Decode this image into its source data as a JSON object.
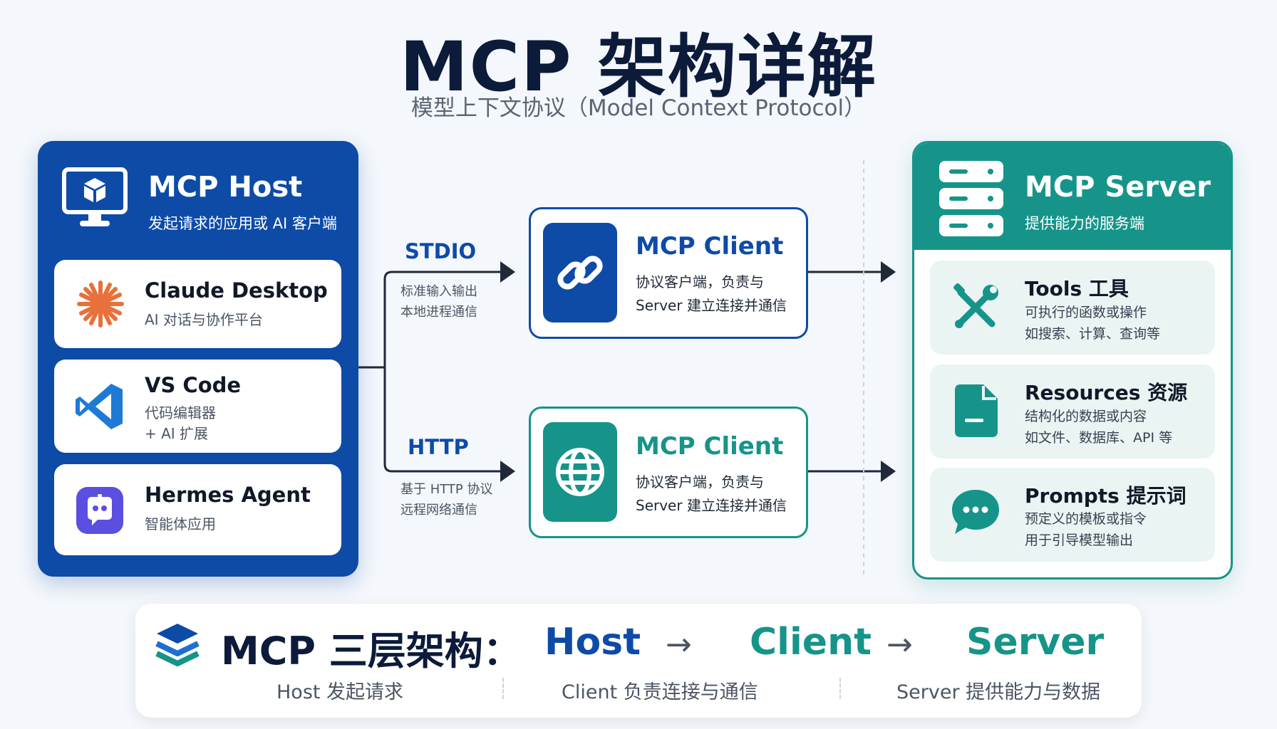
{
  "header": {
    "title": "MCP 架构详解",
    "subtitle": "模型上下文协议（Model Context Protocol）"
  },
  "host": {
    "title": "MCP Host",
    "subtitle": "发起请求的应用或 AI 客户端",
    "items": [
      {
        "title": "Claude Desktop",
        "desc1": "AI 对话与协作平台",
        "icon": "claude-sparkle-icon"
      },
      {
        "title": "VS Code",
        "desc1": "代码编辑器",
        "desc2": "+ AI 扩展",
        "icon": "vscode-icon"
      },
      {
        "title": "Hermes Agent",
        "desc1": "智能体应用",
        "icon": "robot-icon"
      }
    ]
  },
  "protocols": [
    {
      "label": "STDIO",
      "desc1": "标准输入输出",
      "desc2": "本地进程通信"
    },
    {
      "label": "HTTP",
      "desc1": "基于 HTTP 协议",
      "desc2": "远程网络通信"
    }
  ],
  "clients": [
    {
      "title": "MCP Client",
      "desc1": "协议客户端，负责与",
      "desc2": "Server 建立连接并通信",
      "icon": "link-icon"
    },
    {
      "title": "MCP Client",
      "desc1": "协议客户端，负责与",
      "desc2": "Server 建立连接并通信",
      "icon": "globe-icon"
    }
  ],
  "server": {
    "title": "MCP Server",
    "subtitle": "提供能力的服务端",
    "items": [
      {
        "title": "Tools 工具",
        "desc1": "可执行的函数或操作",
        "desc2": "如搜索、计算、查询等",
        "icon": "tools-icon"
      },
      {
        "title": "Resources 资源",
        "desc1": "结构化的数据或内容",
        "desc2": "如文件、数据库、API 等",
        "icon": "document-icon"
      },
      {
        "title": "Prompts 提示词",
        "desc1": "预定义的模板或指令",
        "desc2": "用于引导模型输出",
        "icon": "chat-bubble-icon"
      }
    ]
  },
  "summary": {
    "title": "MCP 三层架构：",
    "host": "Host",
    "client": "Client",
    "server": "Server",
    "arrow": "→",
    "host_desc": "Host 发起请求",
    "client_desc": "Client 负责连接与通信",
    "server_desc": "Server 提供能力与数据"
  },
  "colors": {
    "blue": "#0d4ba7",
    "teal": "#16948a",
    "navy": "#0c1b3a",
    "background": "#f4f7fb"
  }
}
